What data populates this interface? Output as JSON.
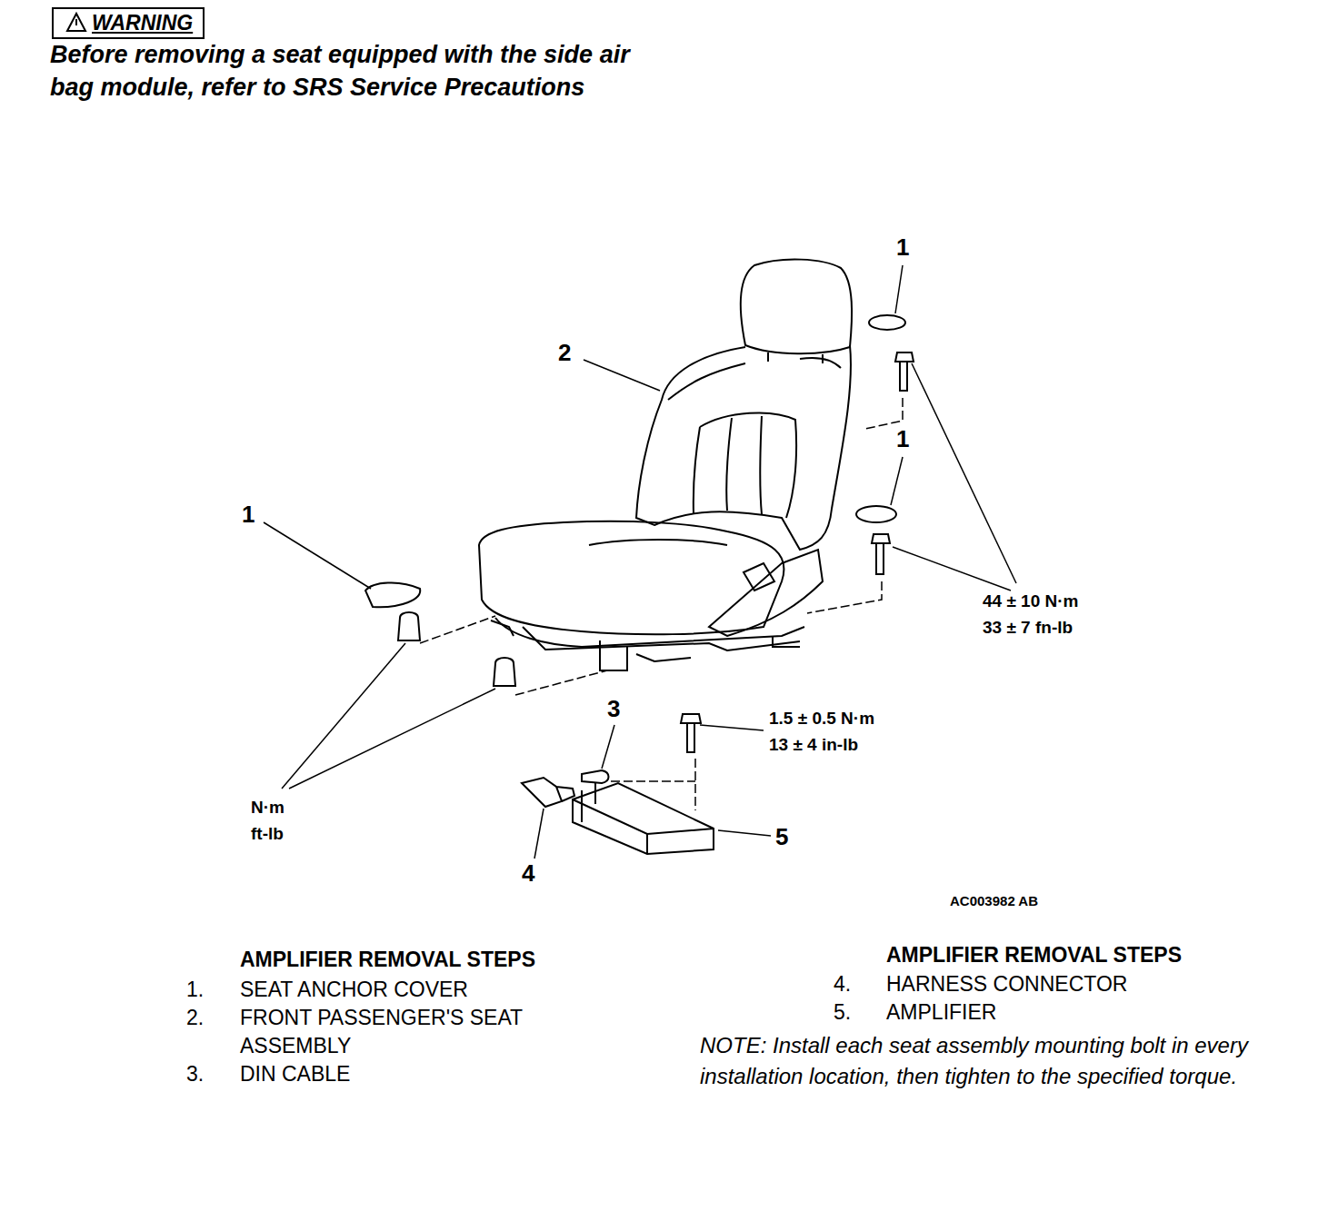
{
  "diagram": {
    "nodes": [
      {
        "text": [
          "WARNING"
        ]
      }
    ],
    "labels": [
      "Before removing a seat equipped with the side air bag module, refer to SRS Service Precautions",
      "1",
      "1",
      "1",
      "2",
      "44 ± 10 N·m",
      "33 ± 7 fn-lb",
      "3",
      "1.5 ± 0.5 N·m",
      "13 ± 4 in-lb",
      "N·m",
      "ft-lb",
      "4",
      "5",
      "AC003982 AB",
      "AMPLIFIER REMOVAL STEPS",
      "1.",
      "SEAT ANCHOR COVER",
      "2.",
      "FRONT PASSENGER'S SEAT ASSEMBLY",
      "3.",
      "DIN CABLE",
      "AMPLIFIER REMOVAL STEPS",
      "4.",
      "HARNESS CONNECTOR",
      "5.",
      "AMPLIFIER",
      "NOTE: Install each seat assembly mounting bolt in every installation location, then tighten to the specified torque."
    ]
  }
}
